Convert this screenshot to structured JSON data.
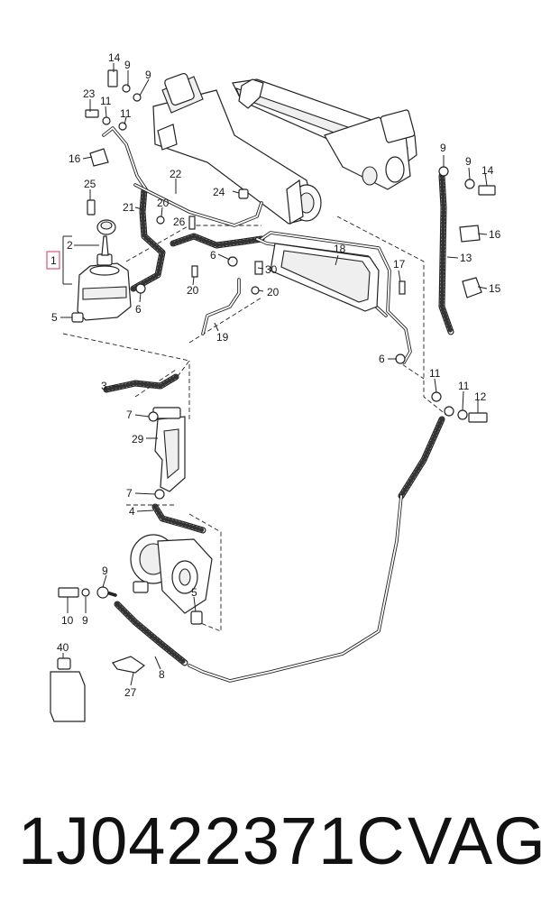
{
  "diagram": {
    "callouts": [
      {
        "id": "c14a",
        "label": "14"
      },
      {
        "id": "c9a",
        "label": "9"
      },
      {
        "id": "c9b",
        "label": "9"
      },
      {
        "id": "c23",
        "label": "23"
      },
      {
        "id": "c11a",
        "label": "11"
      },
      {
        "id": "c11b",
        "label": "11"
      },
      {
        "id": "c16a",
        "label": "16"
      },
      {
        "id": "c22",
        "label": "22"
      },
      {
        "id": "c25",
        "label": "25"
      },
      {
        "id": "c24",
        "label": "24"
      },
      {
        "id": "c21",
        "label": "21"
      },
      {
        "id": "c20a",
        "label": "20"
      },
      {
        "id": "c26",
        "label": "26"
      },
      {
        "id": "c2",
        "label": "2"
      },
      {
        "id": "c1",
        "label": "1"
      },
      {
        "id": "c6a",
        "label": "6"
      },
      {
        "id": "c30",
        "label": "30"
      },
      {
        "id": "c20b",
        "label": "20"
      },
      {
        "id": "c20c",
        "label": "20"
      },
      {
        "id": "c18",
        "label": "18"
      },
      {
        "id": "c6b",
        "label": "6"
      },
      {
        "id": "c17",
        "label": "17"
      },
      {
        "id": "c5a",
        "label": "5"
      },
      {
        "id": "c19",
        "label": "19"
      },
      {
        "id": "c6c",
        "label": "6"
      },
      {
        "id": "c9c",
        "label": "9"
      },
      {
        "id": "c9d",
        "label": "9"
      },
      {
        "id": "c14b",
        "label": "14"
      },
      {
        "id": "c16b",
        "label": "16"
      },
      {
        "id": "c13",
        "label": "13"
      },
      {
        "id": "c15",
        "label": "15"
      },
      {
        "id": "c3",
        "label": "3"
      },
      {
        "id": "c11c",
        "label": "11"
      },
      {
        "id": "c11d",
        "label": "11"
      },
      {
        "id": "c12",
        "label": "12"
      },
      {
        "id": "c7a",
        "label": "7"
      },
      {
        "id": "c29",
        "label": "29"
      },
      {
        "id": "c7b",
        "label": "7"
      },
      {
        "id": "c4",
        "label": "4"
      },
      {
        "id": "c9e",
        "label": "9"
      },
      {
        "id": "c5b",
        "label": "5"
      },
      {
        "id": "c10",
        "label": "10"
      },
      {
        "id": "c9f",
        "label": "9"
      },
      {
        "id": "c40",
        "label": "40"
      },
      {
        "id": "c8",
        "label": "8"
      },
      {
        "id": "c27",
        "label": "27"
      }
    ]
  },
  "footer": {
    "part_number": "1J0422371C",
    "brand": "VAG"
  },
  "colors": {
    "highlight": "#e06080",
    "ink": "#222222"
  }
}
